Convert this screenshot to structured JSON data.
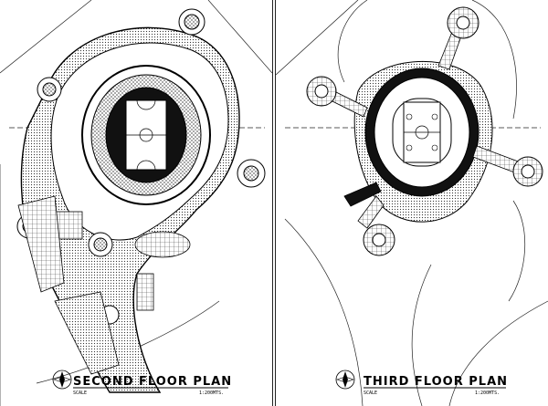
{
  "sheets": [
    {
      "title": "SECOND FLOOR PLAN",
      "scale_label": "SCALE",
      "scale_value": "1:200MTS."
    },
    {
      "title": "THIRD FLOOR PLAN",
      "scale_label": "SCALE",
      "scale_value": "1:200MTS."
    }
  ],
  "icons": [
    "north-arrow-icon",
    "north-arrow-icon"
  ]
}
